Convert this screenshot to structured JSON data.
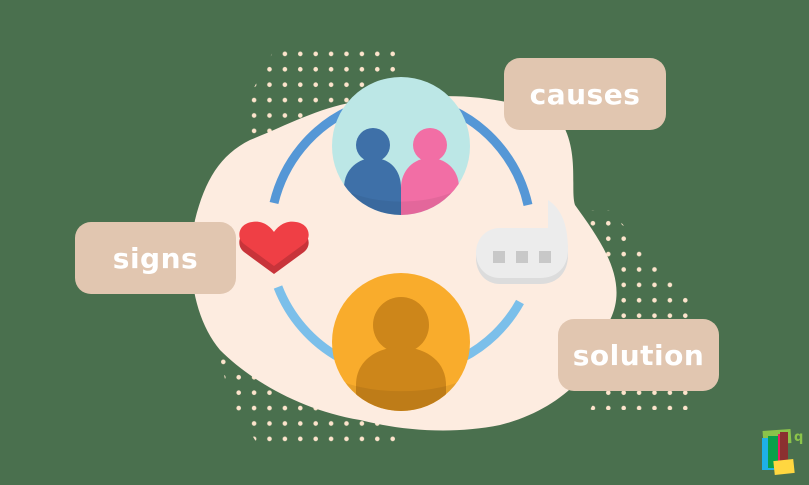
{
  "labels": {
    "causes": "causes",
    "signs": "signs",
    "solution": "solution"
  },
  "icons": {
    "top_node": "couple-people-icon",
    "bottom_node": "single-person-icon",
    "left_node": "heart-icon",
    "right_node": "speech-bubble-icon",
    "corner": "brand-logo-icon"
  },
  "colors": {
    "background": "#4a704e",
    "blob": "#fdece0",
    "dots": "#fde4cc",
    "label_fill": "#e1c6b0",
    "label_text": "#ffffff",
    "ring_top": "#5597d6",
    "ring_bottom": "#7bbfea",
    "top_circle": "#bce7e6",
    "person_blue": "#3e70a8",
    "person_pink": "#f26ea5",
    "bottom_circle": "#f9ac2c",
    "person_orange": "#cd861a",
    "heart": "#ef3f45",
    "bubble": "#ececec",
    "bubble_dots": "#c8c8c8"
  }
}
